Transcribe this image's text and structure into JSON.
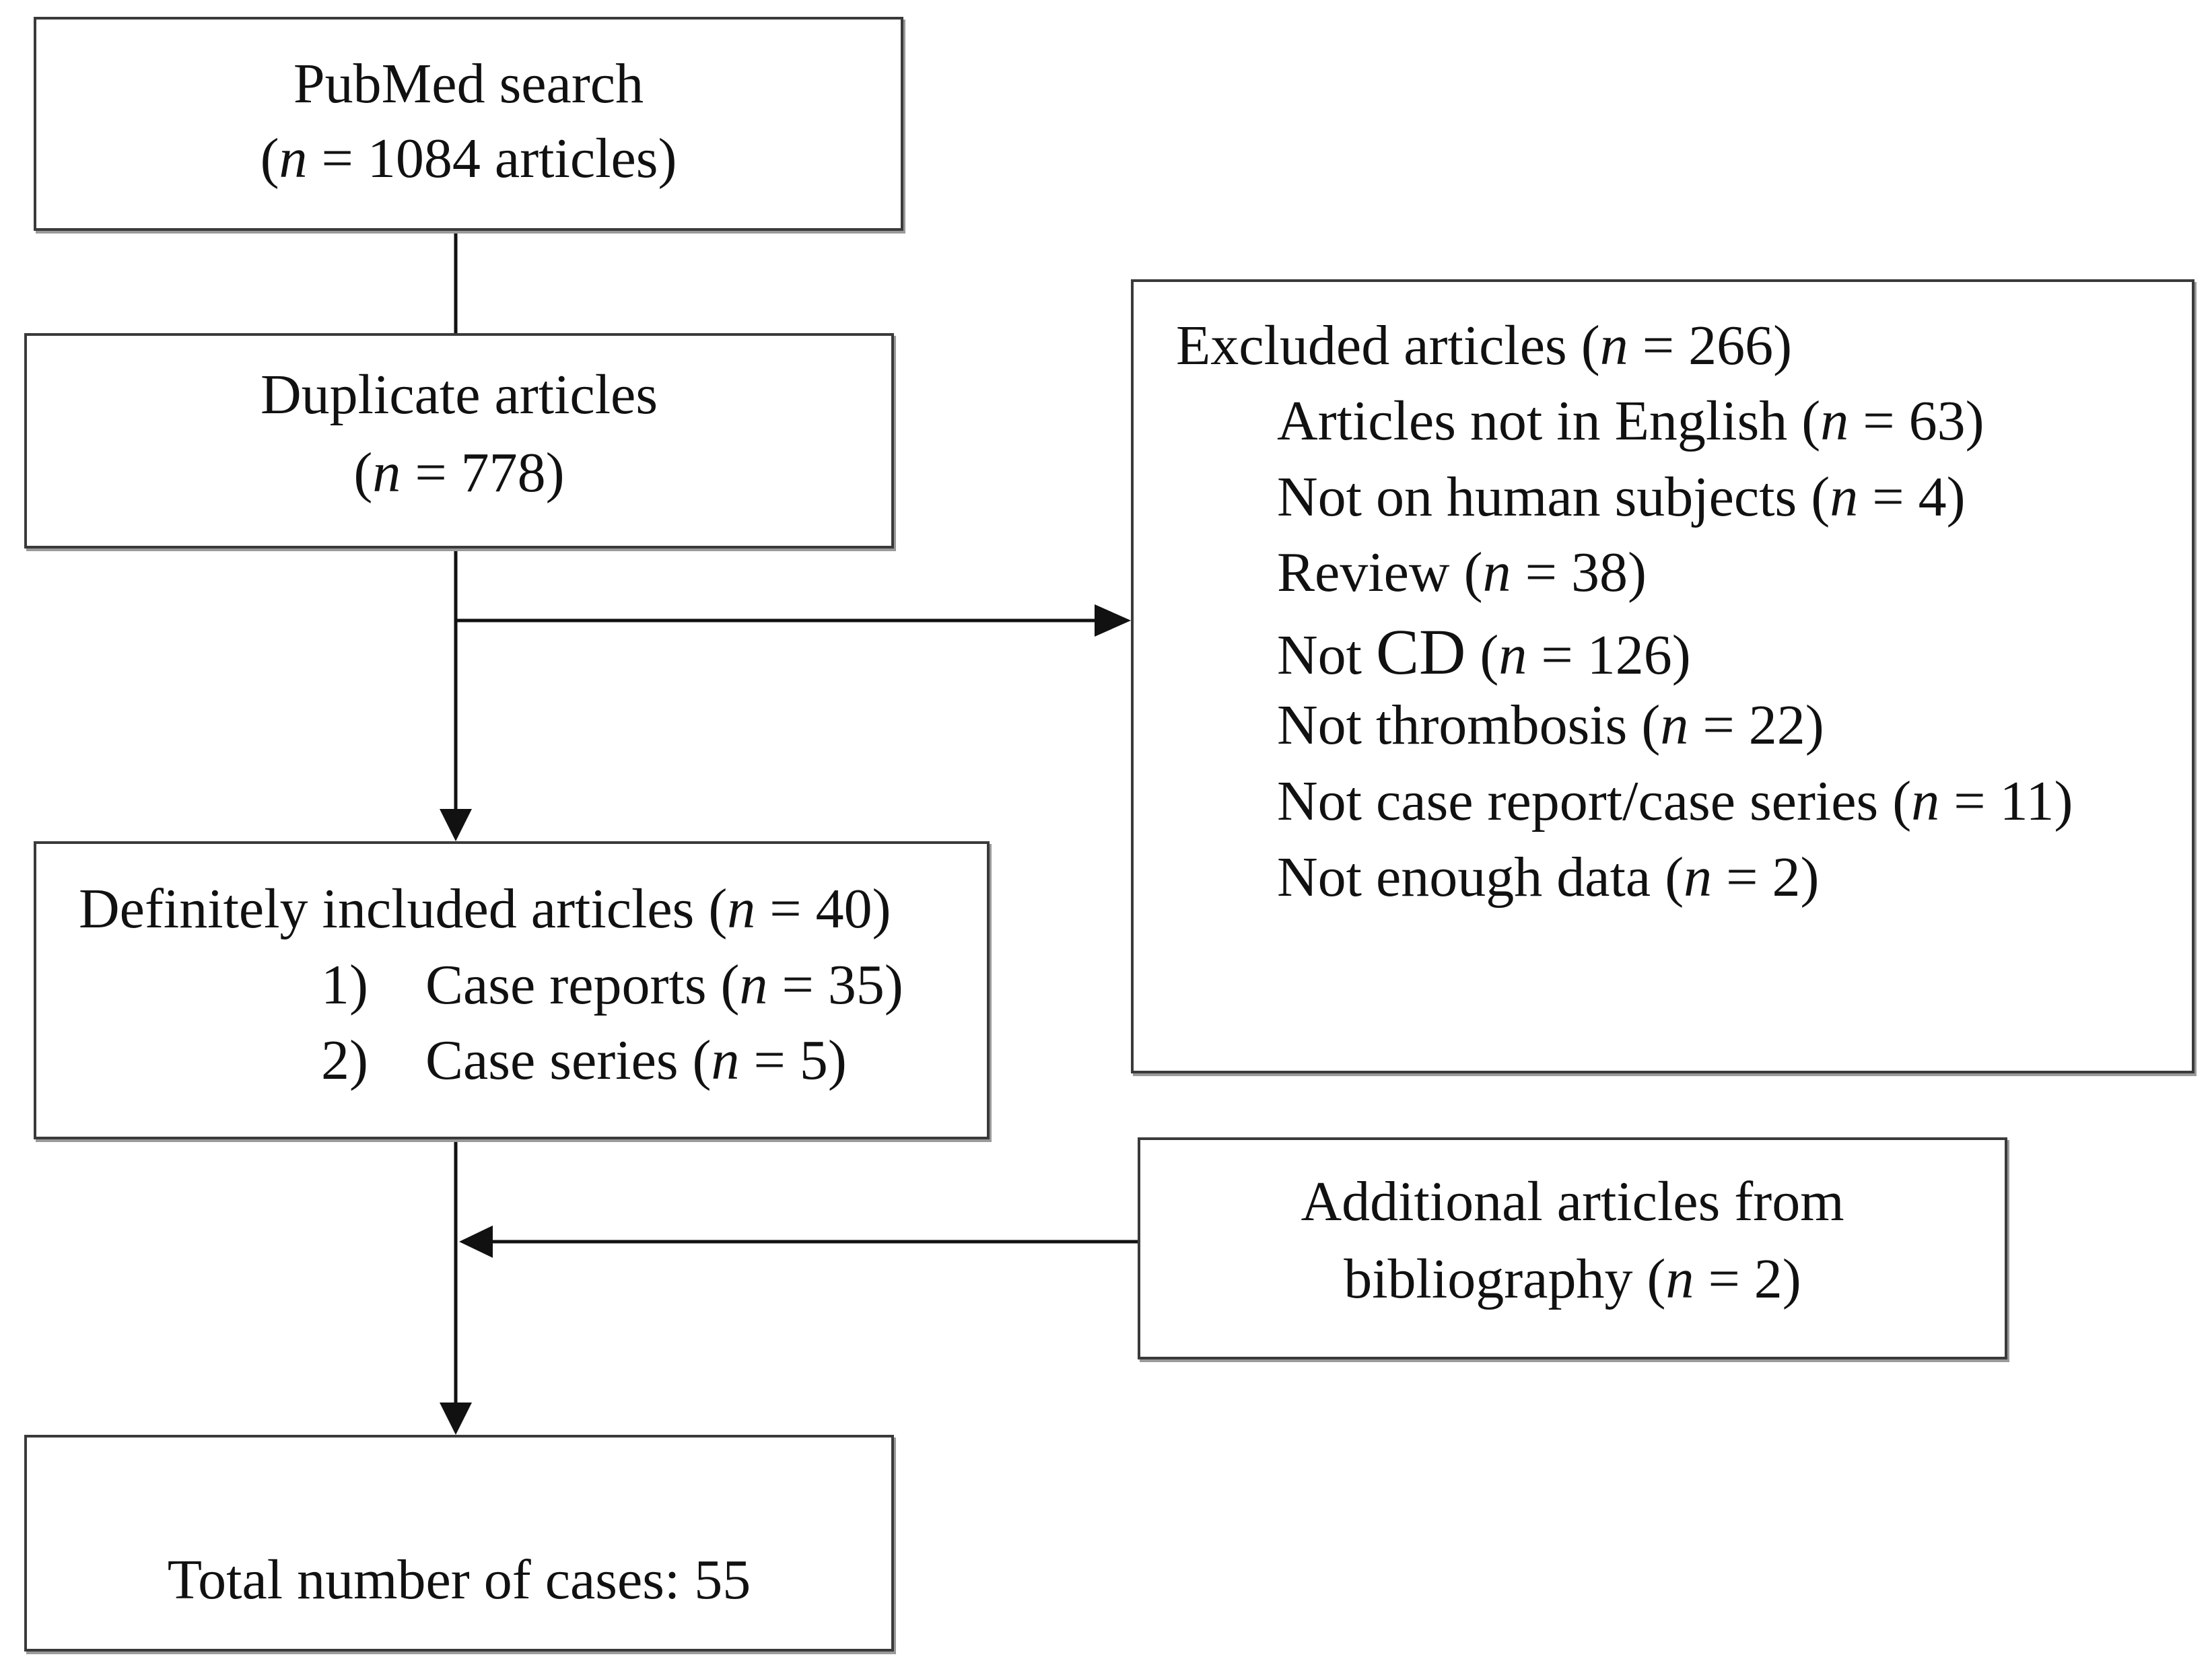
{
  "boxes": {
    "pubmed": {
      "title": "PubMed search",
      "count_open": "(",
      "count_var": "n",
      "count_rest": " = 1084 articles)"
    },
    "duplicate": {
      "title": "Duplicate articles",
      "count_open": "(",
      "count_var": "n",
      "count_rest": " = 778)"
    },
    "excluded": {
      "title_pre": "Excluded articles (",
      "title_var": "n",
      "title_rest": " = 266)",
      "items": [
        {
          "pre": "Articles not in English (",
          "var": "n",
          "rest": " = 63)"
        },
        {
          "pre": "Not on human subjects (",
          "var": "n",
          "rest": " = 4)"
        },
        {
          "pre": "Review (",
          "var": "n",
          "rest": " = 38)"
        },
        {
          "pre_a": "Not ",
          "pre_big": "CD",
          "pre_b": " (",
          "var": "n",
          "rest": " = 126)"
        },
        {
          "pre": "Not thrombosis (",
          "var": "n",
          "rest": " = 22)"
        },
        {
          "pre": "Not case report/case series (",
          "var": "n",
          "rest": " = 11)"
        },
        {
          "pre": "Not enough data (",
          "var": "n",
          "rest": " = 2)"
        }
      ]
    },
    "included": {
      "title_pre": "Definitely included articles (",
      "title_var": "n",
      "title_rest": " = 40)",
      "items": [
        {
          "num": "1)",
          "pre": "Case reports (",
          "var": "n",
          "rest": " = 35)"
        },
        {
          "num": "2)",
          "pre": "Case series (",
          "var": "n",
          "rest": " = 5)"
        }
      ]
    },
    "additional": {
      "line1": "Additional articles from",
      "line2_pre": "bibliography (",
      "line2_var": "n",
      "line2_rest": " = 2)"
    },
    "total": {
      "label": "Total number of cases: 55"
    }
  },
  "colors": {
    "border": "#3a3a3a",
    "shadow": "#9a9a9a",
    "line": "#111111",
    "text": "#111111"
  }
}
